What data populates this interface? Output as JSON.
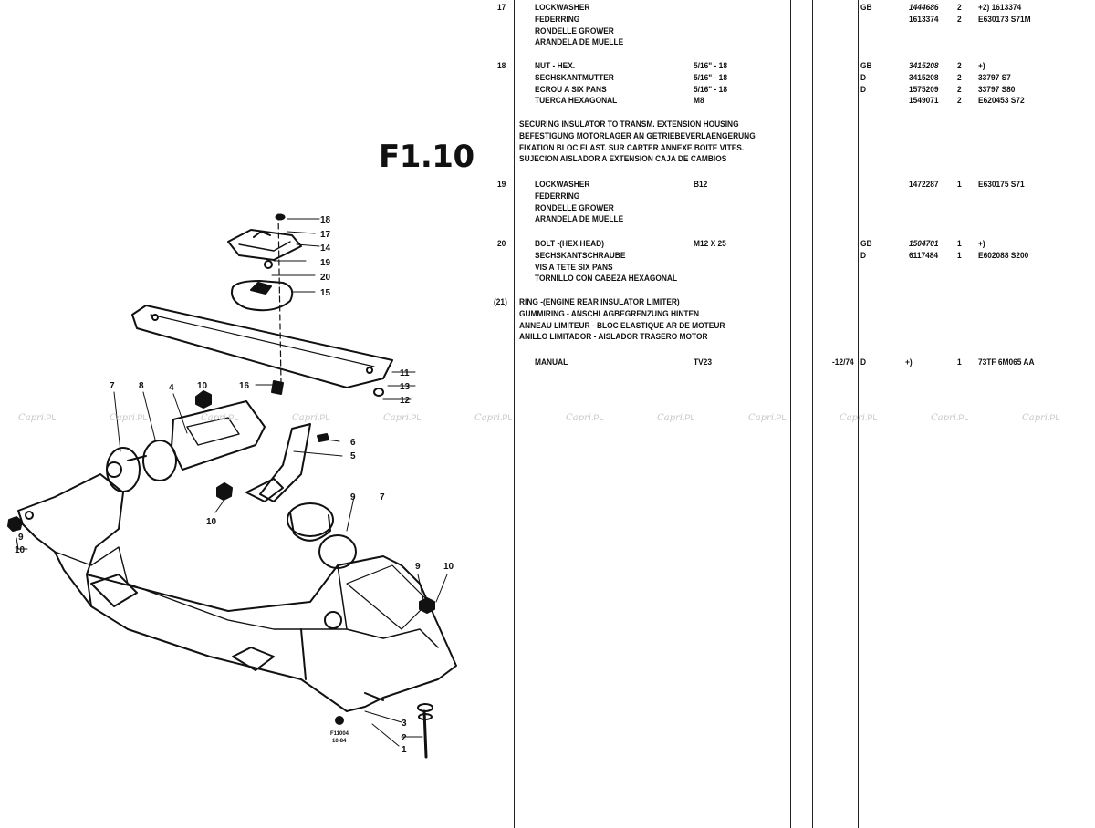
{
  "section_code": "F1.10",
  "watermark": {
    "brand": "Capri",
    "suffix": ".PL"
  },
  "diagram": {
    "callouts": [
      "18",
      "17",
      "14",
      "19",
      "20",
      "15",
      "11",
      "16",
      "13",
      "12",
      "7",
      "8",
      "4",
      "10",
      "6",
      "5",
      "10",
      "9",
      "7",
      "9",
      "10",
      "10",
      "9",
      "3",
      "2",
      "1"
    ],
    "stamp_lines": [
      "F11004",
      "10-84"
    ]
  },
  "entries": [
    {
      "no": "17",
      "lines": [
        {
          "desc": "LOCKWASHER",
          "lang": "GB",
          "part": "1444686",
          "qty": "2",
          "ref": "+2) 1613374",
          "italic": true
        },
        {
          "desc": "FEDERRING",
          "part": "1613374",
          "qty": "2",
          "ref": "E630173 S71M"
        },
        {
          "desc": "RONDELLE GROWER"
        },
        {
          "desc": "ARANDELA DE MUELLE"
        }
      ]
    },
    {
      "no": "18",
      "lines": [
        {
          "desc": "NUT - HEX.",
          "size": "5/16\" - 18",
          "lang": "GB",
          "part": "3415208",
          "qty": "2",
          "ref": "+)",
          "italic": true
        },
        {
          "desc": "SECHSKANTMUTTER",
          "size": "5/16\" - 18",
          "lang": "D",
          "part": "3415208",
          "qty": "2",
          "ref": "33797 S7"
        },
        {
          "desc": "ECROU A SIX PANS",
          "size": "5/16\" - 18",
          "lang": "D",
          "part": "1575209",
          "qty": "2",
          "ref": "33797 S80"
        },
        {
          "desc": "TUERCA HEXAGONAL",
          "size": "M8",
          "part": "1549071",
          "qty": "2",
          "ref": "E620453 S72"
        }
      ]
    },
    {
      "heading": [
        "SECURING INSULATOR TO TRANSM. EXTENSION HOUSING",
        "BEFESTIGUNG MOTORLAGER AN GETRIEBEVERLAENGERUNG",
        "FIXATION BLOC ELAST. SUR CARTER ANNEXE BOITE VITES.",
        "SUJECION AISLADOR A EXTENSION CAJA DE CAMBIOS"
      ]
    },
    {
      "no": "19",
      "lines": [
        {
          "desc": "LOCKWASHER",
          "size": "B12",
          "part": "1472287",
          "qty": "1",
          "ref": "E630175 S71"
        },
        {
          "desc": "FEDERRING"
        },
        {
          "desc": "RONDELLE GROWER"
        },
        {
          "desc": "ARANDELA DE MUELLE"
        }
      ]
    },
    {
      "no": "20",
      "lines": [
        {
          "desc": "BOLT -(HEX.HEAD)",
          "size": "M12 X 25",
          "lang": "GB",
          "part": "1504701",
          "qty": "1",
          "ref": "+)",
          "italic": true
        },
        {
          "desc": "SECHSKANTSCHRAUBE",
          "lang": "D",
          "part": "6117484",
          "qty": "1",
          "ref": "E602088 S200"
        },
        {
          "desc": "VIS A TETE SIX PANS"
        },
        {
          "desc": "TORNILLO CON CABEZA HEXAGONAL"
        }
      ]
    },
    {
      "no": "(21)",
      "heading": [
        "RING -(ENGINE REAR INSULATOR LIMITER)",
        "GUMMIRING - ANSCHLAGBEGRENZUNG HINTEN",
        "ANNEAU LIMITEUR - BLOC ELASTIQUE AR DE MOTEUR",
        "ANILLO LIMITADOR - AISLADOR TRASERO MOTOR"
      ]
    },
    {
      "lines": [
        {
          "desc": "MANUAL",
          "size": "TV23",
          "date": "-12/74",
          "lang": "D",
          "part": "+)",
          "qty": "1",
          "ref": "73TF 6M065 AA"
        }
      ]
    }
  ]
}
